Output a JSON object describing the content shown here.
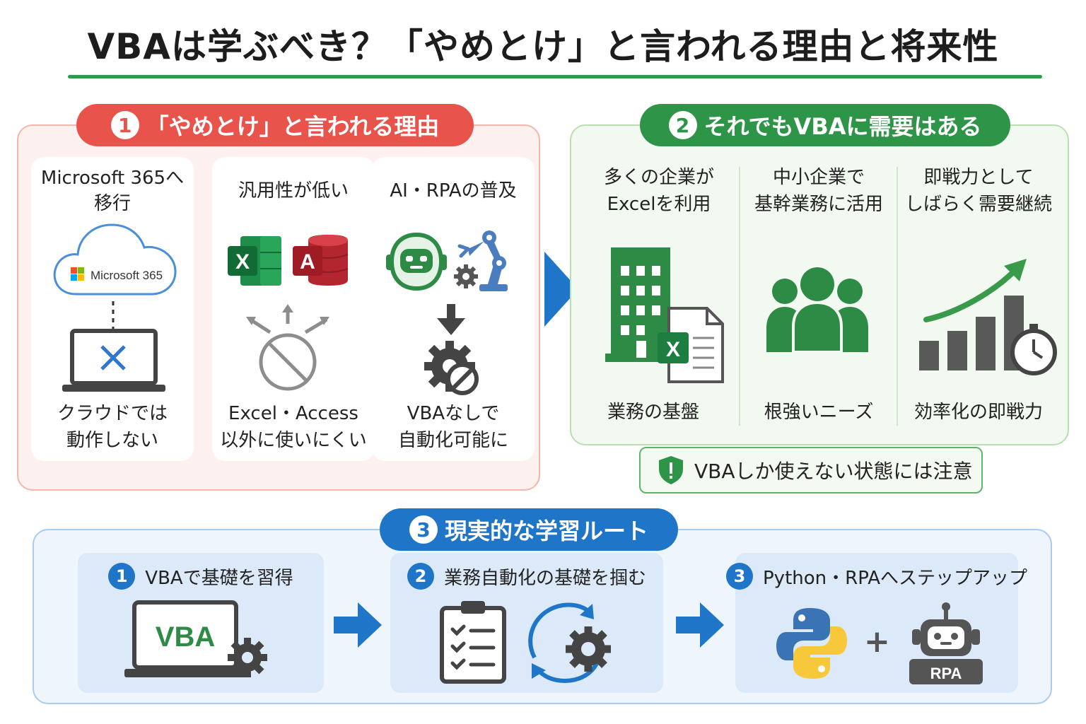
{
  "title": "VBAは学ぶべき？「やめとけ」と言われる理由と将来性",
  "colors": {
    "red": "#e8544c",
    "green": "#2e9448",
    "blue": "#1f76c8"
  },
  "section1": {
    "number": "1",
    "heading": "「やめとけ」と言われる理由",
    "cards": [
      {
        "title": "Microsoft 365へ\n移行",
        "cloud_label": "Microsoft 365",
        "bottom": "クラウドでは\n動作しない",
        "icons": [
          "cloud-icon",
          "laptop-x-icon"
        ]
      },
      {
        "title": "汎用性が低い",
        "excel_letter": "X",
        "access_letter": "A",
        "bottom": "Excel・Access\n以外に使いにくい",
        "icons": [
          "excel-icon",
          "access-icon",
          "blocked-icon"
        ]
      },
      {
        "title": "AI・RPAの普及",
        "bottom": "VBAなしで\n自動化可能に",
        "icons": [
          "robot-icon",
          "robot-arm-icon",
          "gear-icon"
        ]
      }
    ]
  },
  "section2": {
    "number": "2",
    "heading": "それでもVBAに需要はある",
    "columns": [
      {
        "title": "多くの企業が\nExcelを利用",
        "bottom": "業務の基盤",
        "excel_letter": "X",
        "icon": "building-excel-icon"
      },
      {
        "title": "中小企業で\n基幹業務に活用",
        "bottom": "根強いニーズ",
        "icon": "people-icon"
      },
      {
        "title": "即戦力として\nしばらく需要継続",
        "bottom": "効率化の即戦力",
        "icon": "growth-chart-icon"
      }
    ],
    "warning": "VBAしか使えない状態には注意"
  },
  "section3": {
    "number": "3",
    "heading": "現実的な学習ルート",
    "steps": [
      {
        "num": "1",
        "label": "VBAで基礎を習得",
        "screen_text": "VBA",
        "icon": "laptop-gear-icon"
      },
      {
        "num": "2",
        "label": "業務自動化の基礎を掴む",
        "icon": "checklist-cycle-icon"
      },
      {
        "num": "3",
        "label": "Python・RPAへステップアップ",
        "plus": "+",
        "robot_label": "RPA",
        "icon": "python-rpa-icon"
      }
    ]
  }
}
